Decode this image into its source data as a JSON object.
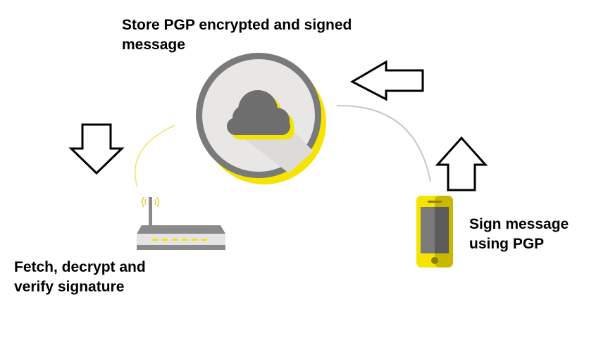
{
  "labels": {
    "cloud": {
      "line1": "Store PGP encrypted and  signed",
      "line2": "message"
    },
    "router": {
      "line1": "Fetch, decrypt and",
      "line2": "verify signature"
    },
    "phone": {
      "line1": "Sign message",
      "line2": "using PGP"
    }
  },
  "colors": {
    "accent_yellow": "#f5e400",
    "ring_gray": "#7a7a7a",
    "circle_fill": "#e8e7e5",
    "cloud_gray": "#6e6e6e",
    "router_gray": "#8a8a8a",
    "router_light": "#e4e4e4",
    "connector_gray": "#c8c8c8",
    "connector_yellow": "#f7e36a",
    "arrow_stroke": "#000000"
  },
  "icons": {
    "cloud": "cloud-storage-icon",
    "router": "wifi-router-icon",
    "phone": "smartphone-icon",
    "arrow_to_cloud": "arrow-left-icon",
    "arrow_from_phone": "arrow-up-icon",
    "arrow_to_router": "arrow-down-icon"
  }
}
